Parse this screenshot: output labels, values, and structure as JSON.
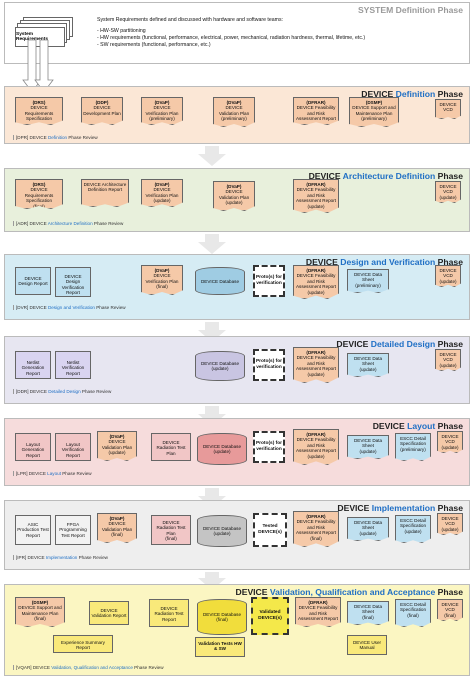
{
  "system": {
    "title": "SYSTEM Definition Phase",
    "sysreq": "System Requirements",
    "intro": "System Requirements defined and discussed with hardware and software teams:",
    "bullets": [
      "- HW-SW partitioning",
      "- HW requirements (functional, performance, electrical, power, mechanical, radiation hardness, thermal, lifetime, etc.)",
      "- SW requirements (functional, performance, etc.)"
    ]
  },
  "phases": {
    "definition": {
      "title_pre": "DEVICE ",
      "title_kw": "Definition",
      "title_post": " Phase",
      "review_code": "[DPR]",
      "review_pre": "DEVICE ",
      "review_kw": "Definition",
      "review_post": " Phase Review",
      "docs": [
        {
          "code": "(DRS)",
          "name": "DEVICE Requirements Specification",
          "status": ""
        },
        {
          "code": "(DDP)",
          "name": "DEVICE Development Plan",
          "status": ""
        },
        {
          "code": "(DVaP)",
          "name": "DEVICE Verification Plan",
          "status": "(preliminary)"
        },
        {
          "code": "(DVaP)",
          "name": "DEVICE Validation Plan",
          "status": "(preliminary)"
        },
        {
          "code": "(DFRAR)",
          "name": "DEVICE Feasibility and Risk Assessment Report",
          "status": ""
        },
        {
          "code": "(DSMP)",
          "name": "DEVICE Support and Maintenance Plan",
          "status": "(preliminary)"
        },
        {
          "code": "",
          "name": "DEVICE VCD",
          "status": ""
        }
      ]
    },
    "architecture": {
      "title_pre": "DEVICE ",
      "title_kw": "Architecture Definition",
      "title_post": " Phase",
      "review_code": "[ADR]",
      "review_pre": "DEVICE ",
      "review_kw": "Architecture Definition",
      "review_post": " Phase Review",
      "docs": [
        {
          "code": "(DRS)",
          "name": "DEVICE Requirements Specification",
          "status": "(final)"
        },
        {
          "code": "",
          "name": "DEVICE Architecture Definition Report",
          "status": ""
        },
        {
          "code": "(DVaP)",
          "name": "DEVICE Verification Plan",
          "status": "(update)"
        },
        {
          "code": "(DVaP)",
          "name": "DEVICE Validation Plan",
          "status": "(update)"
        },
        {
          "code": "(DFRAR)",
          "name": "DEVICE Feasibility and Risk Assessment Report",
          "status": "(update)"
        },
        {
          "code": "",
          "name": "DEVICE VCD",
          "status": "(update)"
        }
      ]
    },
    "design": {
      "title_pre": "DEVICE ",
      "title_kw": "Design and Verification",
      "title_post": " Phase",
      "review_code": "[DVR]",
      "review_pre": "DEVICE ",
      "review_kw": "Design and Verification",
      "review_post": " Phase Review",
      "items": [
        {
          "name": "DEVICE Design Report"
        },
        {
          "name": "DEVICE Design Verification Report"
        },
        {
          "code": "(DVaP)",
          "name": "DEVICE Verification Plan",
          "status": "(final)"
        },
        {
          "name": "DEVICE Database"
        },
        {
          "name": "Proto(s) for verification"
        },
        {
          "code": "(DFRAR)",
          "name": "DEVICE Feasibility and Risk Assessment Report",
          "status": "(update)"
        },
        {
          "name": "DEVICE Data Sheet",
          "status": "(preliminary)"
        },
        {
          "name": "DEVICE VCD",
          "status": "(update)"
        }
      ]
    },
    "layout_detailed": {
      "title_pre": "DEVICE ",
      "title_kw": "Detailed Design",
      "title_post": " Phase",
      "review_code": "[DDR]",
      "review_pre": "DEVICE ",
      "review_kw": "Detailed Design",
      "review_post": " Phase Review",
      "items": [
        {
          "name": "Netlist Generation Report"
        },
        {
          "name": "Netlist Verification Report"
        },
        {
          "name": "DEVICE Database",
          "status": "(update)"
        },
        {
          "name": "Proto(s) for verification"
        },
        {
          "code": "(DFRAR)",
          "name": "DEVICE Feasibility and Risk Assessment Report",
          "status": "(update)"
        },
        {
          "name": "DEVICE Data Sheet",
          "status": "(update)"
        },
        {
          "name": "DEVICE VCD",
          "status": "(update)"
        }
      ]
    },
    "layout": {
      "title_pre": "DEVICE ",
      "title_kw": "Layout",
      "title_post": " Phase",
      "review_code": "[LPR]",
      "review_pre": "DEVICE ",
      "review_kw": "Layout",
      "review_post": " Phase Review",
      "items": [
        {
          "name": "Layout Generation Report"
        },
        {
          "name": "Layout Verification Report"
        },
        {
          "code": "(DVaP)",
          "name": "DEVICE Validation Plan",
          "status": "(update)"
        },
        {
          "name": "DEVICE Radiation Test Plan"
        },
        {
          "name": "DEVICE Database",
          "status": "(update)"
        },
        {
          "name": "Proto(s) for verification"
        },
        {
          "code": "(DFRAR)",
          "name": "DEVICE Feasibility and Risk Assessment Report",
          "status": "(update)"
        },
        {
          "name": "DEVICE Data Sheet",
          "status": "(update)"
        },
        {
          "name": "ESCC Detail Specification",
          "status": "(preliminary)"
        },
        {
          "name": "DEVICE VCD",
          "status": "(update)"
        }
      ]
    },
    "implementation": {
      "title_pre": "DEVICE ",
      "title_kw": "Implementation",
      "title_post": " Phase",
      "review_code": "[IPR]",
      "review_pre": "DEVICE ",
      "review_kw": "Implementation",
      "review_post": " Phase Review",
      "items": [
        {
          "name": "ASIC Production Test Report"
        },
        {
          "name": "FPGA Programming Test Report"
        },
        {
          "code": "(DVaP)",
          "name": "DEVICE Validation Plan",
          "status": "(final)"
        },
        {
          "name": "DEVICE Radiation Test Plan",
          "status": "(final)"
        },
        {
          "name": "DEVICE Database",
          "status": "(update)"
        },
        {
          "name": "Tested DEVICE(s)"
        },
        {
          "code": "(DFRAR)",
          "name": "DEVICE Feasibility and Risk Assessment Report",
          "status": "(final)"
        },
        {
          "name": "DEVICE Data Sheet",
          "status": "(update)"
        },
        {
          "name": "ESCC Detail Specification",
          "status": "(update)"
        },
        {
          "name": "DEVICE VCD",
          "status": "(update)"
        }
      ]
    },
    "validation": {
      "title_pre": "DEVICE ",
      "title_kw": "Validation, Qualification and Acceptance",
      "title_post": " Phase",
      "review_code": "[VQAR]",
      "review_pre": "DEVICE ",
      "review_kw": "Validation, Qualification and Acceptance",
      "review_post": " Phase Review",
      "items": [
        {
          "code": "(DSMP)",
          "name": "DEVICE Support and Maintenance Plan",
          "status": "(final)"
        },
        {
          "name": "DEVICE Validation Report"
        },
        {
          "name": "DEVICE Radiation Test Report"
        },
        {
          "name": "DEVICE Database",
          "status": "(final)"
        },
        {
          "name": "Validated DEVICE(s)"
        },
        {
          "code": "(DFRAR)",
          "name": "DEVICE Feasibility and Risk Assessment Report",
          "status": ""
        },
        {
          "name": "DEVICE Data Sheet",
          "status": "(final)"
        },
        {
          "name": "ESCC Detail Specification",
          "status": "(final)"
        },
        {
          "name": "DEVICE VCD",
          "status": "(final)"
        },
        {
          "name": "Experience Summary Report"
        },
        {
          "name": "Validation Tests HW & SW"
        },
        {
          "name": "DEVICE User Manual"
        }
      ]
    }
  },
  "colors": {
    "sys_bg": "#ffffff",
    "definition_bg": "#fbe7d6",
    "architecture_bg": "#e8f0dc",
    "design_bg": "#d6ecf4",
    "detailed_bg": "#e7e6f1",
    "layout_bg": "#f6dcdc",
    "implementation_bg": "#eeeeee",
    "validation_bg": "#fbf6c2",
    "keyword": "#1f6fc5"
  }
}
